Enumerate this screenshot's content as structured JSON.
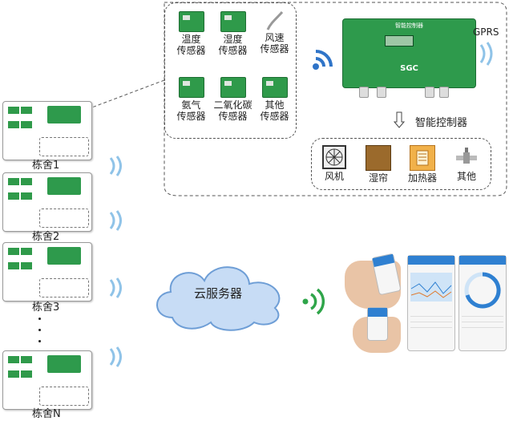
{
  "sensors": {
    "temperature": [
      "温度",
      "传感器"
    ],
    "humidity": [
      "湿度",
      "传感器"
    ],
    "wind_speed": [
      "风速",
      "传感器"
    ],
    "ammonia": [
      "氨气",
      "传感器"
    ],
    "co2": [
      "二氧化碳",
      "传感器"
    ],
    "other": [
      "其他",
      "传感器"
    ]
  },
  "controller": {
    "title": "智能控制器",
    "brand": "SGC",
    "gprs": "GPRS"
  },
  "actuators": {
    "fan": "风机",
    "wet_curtain": "湿帘",
    "heater": "加热器",
    "other": "其他"
  },
  "barns": [
    "栋舍1",
    "栋舍2",
    "栋舍3",
    "栋舍N"
  ],
  "cloud": "云服务器",
  "colors": {
    "board_green": "#2e9a4c",
    "wifi_blue": "#2f74c8",
    "signal_green": "#2fa54a"
  }
}
